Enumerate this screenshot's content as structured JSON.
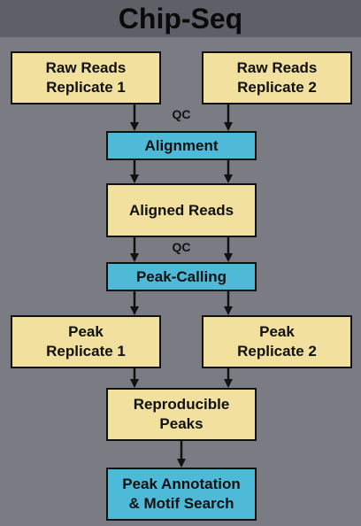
{
  "title": "Chip-Seq",
  "nodes": {
    "raw_reads_1": "Raw Reads\nReplicate 1",
    "raw_reads_2": "Raw Reads\nReplicate 2",
    "alignment": "Alignment",
    "aligned_reads": "Aligned Reads",
    "peak_calling": "Peak-Calling",
    "peak_rep_1": "Peak\nReplicate 1",
    "peak_rep_2": "Peak\nReplicate 2",
    "reproducible_peaks": "Reproducible\nPeaks",
    "annotation": "Peak Annotation\n& Motif Search"
  },
  "labels": {
    "qc_1": "QC",
    "qc_2": "QC"
  },
  "colors": {
    "background": "#7b7b84",
    "title_band": "#5f5f67",
    "data_node": "#f2e19e",
    "process_node": "#4fbad8",
    "stroke": "#111111"
  }
}
